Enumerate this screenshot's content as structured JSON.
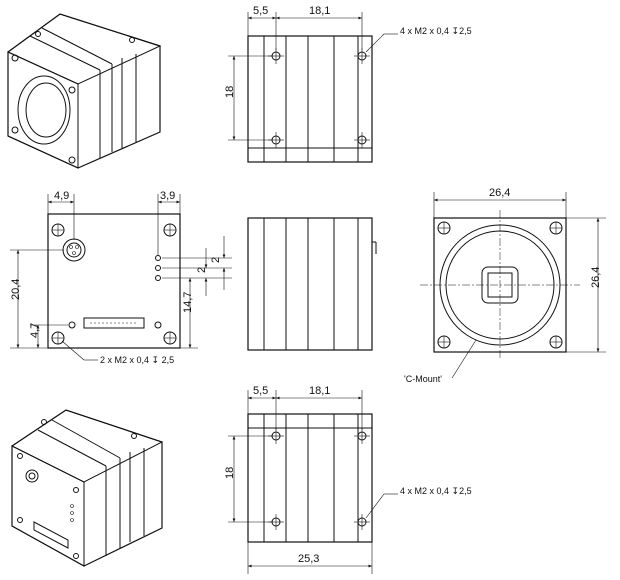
{
  "dimensions": {
    "top_width_a": "5,5",
    "top_width_b": "18,1",
    "top_height": "18",
    "top_thread": "4 x  M2  x 0,4 ↧2,5",
    "back_left": "4,9",
    "back_right": "3,9",
    "back_height": "20,4",
    "back_offset": "4,7",
    "back_pitch_1": "2",
    "back_pitch_2": "2",
    "back_vertical": "14,7",
    "back_thread": "2 x  M2  x 0,4 ↧ 2,5",
    "front_width": "26,4",
    "front_height": "26,4",
    "front_mount": "'C-Mount'",
    "bottom_width_a": "5,5",
    "bottom_width_b": "18,1",
    "bottom_height": "18",
    "bottom_thread": "4 x  M2  x 0,4 ↧2,5",
    "bottom_length": "25,3"
  },
  "colors": {
    "line": "#111111",
    "background": "#ffffff"
  }
}
